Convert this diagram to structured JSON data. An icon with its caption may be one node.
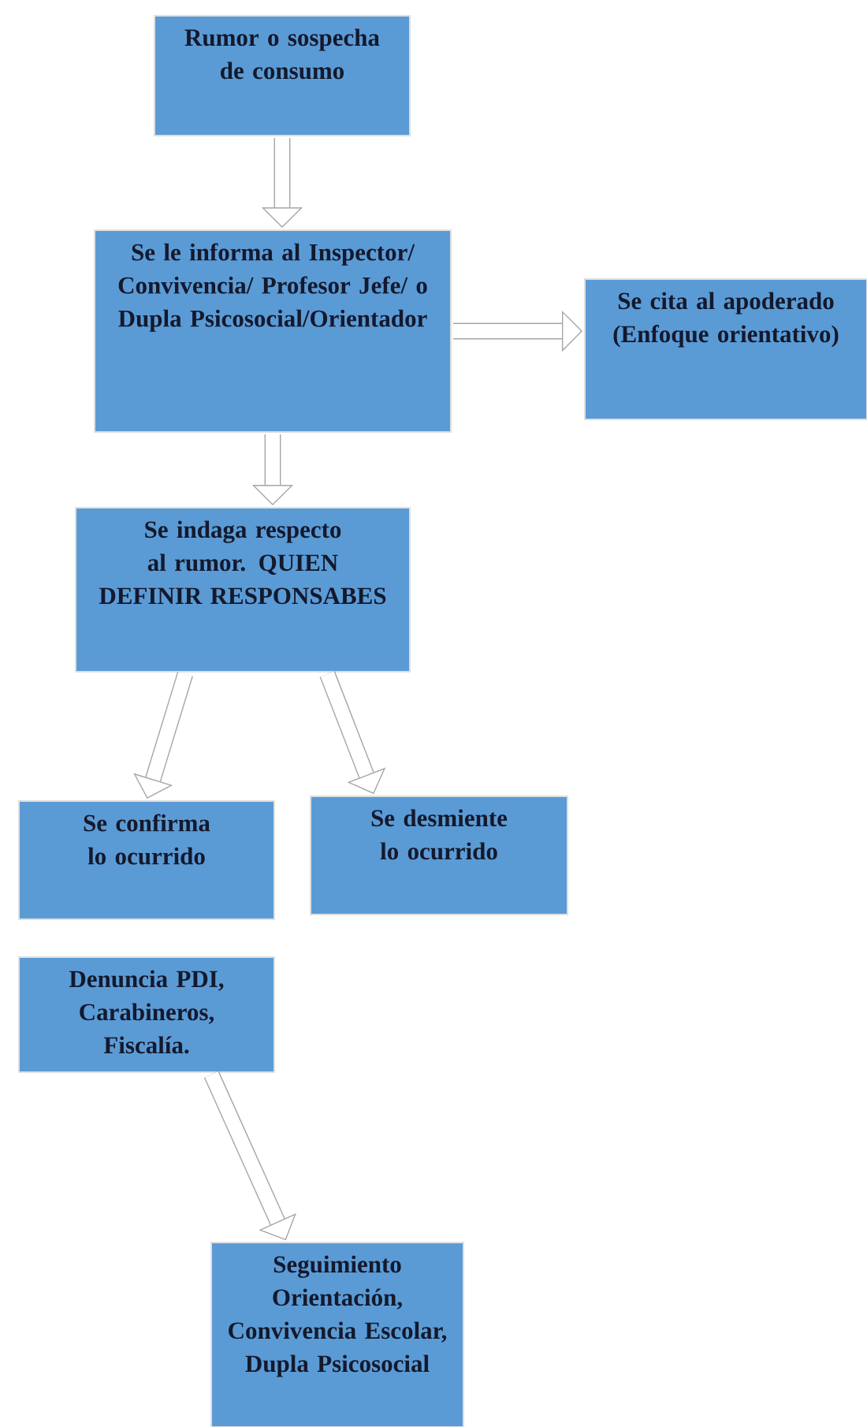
{
  "diagram": {
    "nodes": [
      {
        "text": [
          "Rumor o sospecha de consumo"
        ]
      },
      {
        "text": [
          "Se le informa al Inspector/ Convivencia/ Profesor Jefe/ o Dupla Psicosocial/Orientador"
        ]
      },
      {
        "text": [
          "Se cita al apoderado (Enfoque orientativo)"
        ]
      },
      {
        "text": [
          "Se indaga respecto al rumor. QUIEN DEFINIR RESPONSABES"
        ]
      },
      {
        "text": [
          "Se confirma lo ocurrido"
        ]
      },
      {
        "text": [
          "Se desmiente lo ocurrido"
        ]
      },
      {
        "text": [
          "Denuncia PDI, Carabineros, Fiscalía."
        ]
      },
      {
        "text": [
          "Seguimiento Orientación, Convivencia Escolar, Dupla Psicosocial"
        ]
      }
    ],
    "edges": [
      {
        "from": 0,
        "to": 1,
        "arrow": "to"
      },
      {
        "from": 1,
        "to": 2,
        "arrow": "to"
      },
      {
        "from": 1,
        "to": 3,
        "arrow": "to"
      },
      {
        "from": 3,
        "to": 4,
        "arrow": "to"
      },
      {
        "from": 3,
        "to": 5,
        "arrow": "to"
      },
      {
        "from": 6,
        "to": 7,
        "arrow": "to"
      }
    ]
  }
}
